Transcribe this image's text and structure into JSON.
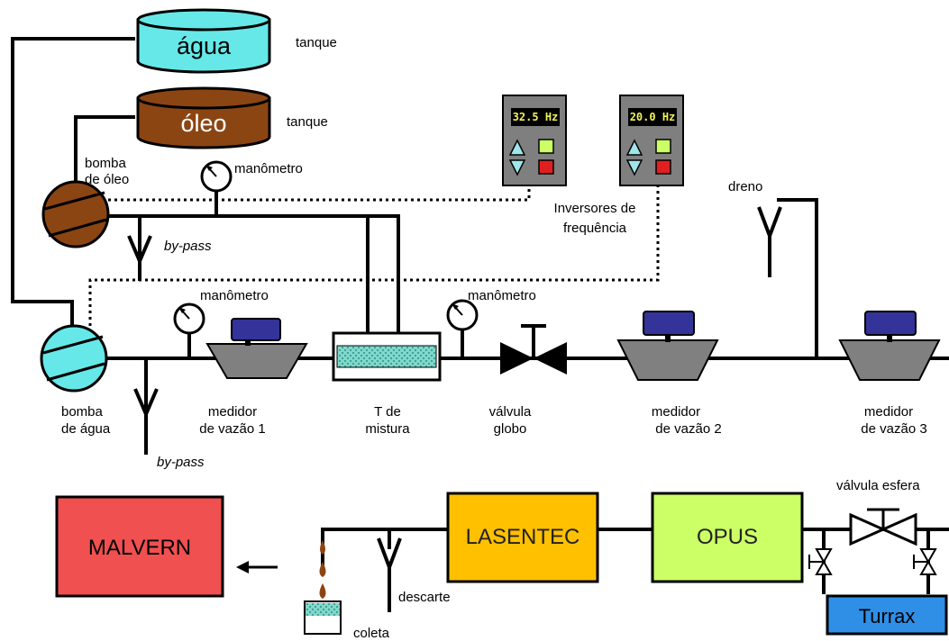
{
  "tanks": {
    "water": {
      "label": "água",
      "caption": "tanque"
    },
    "oil": {
      "label": "óleo",
      "caption": "tanque"
    }
  },
  "pumps": {
    "oil": [
      "bomba",
      "de óleo"
    ],
    "water": [
      "bomba",
      "de água"
    ]
  },
  "gauges": {
    "top": "manômetro",
    "meter1": "manômetro",
    "globe": "manômetro"
  },
  "bypass": {
    "upper": "by-pass",
    "lower": "by-pass"
  },
  "drain": "dreno",
  "inverters": {
    "inv1": "32.5 Hz",
    "inv2": "20.0 Hz",
    "caption": [
      "Inversores de",
      "frequência"
    ]
  },
  "meters": {
    "m1": [
      "medidor",
      "de vazão 1"
    ],
    "m2": [
      "medidor",
      "de vazão 2"
    ],
    "m3": [
      "medidor",
      "de vazão 3"
    ]
  },
  "mixing_tee": [
    "T de",
    "mistura"
  ],
  "globe_valve": [
    "válvula",
    "globo"
  ],
  "ball_valve": "válvula esfera",
  "instruments": {
    "malvern": "MALVERN",
    "lasentec": "LASENTEC",
    "opus": "OPUS",
    "turrax": "Turrax"
  },
  "discharge": "descarte",
  "collection": "coleta",
  "colors": {
    "water": "#66e8e8",
    "oil": "#8b4513",
    "lasentec": "#ffc000",
    "opus": "#ccff66",
    "malvern": "#f05050",
    "turrax": "#2f8fe6",
    "meter_body": "#808080",
    "meter_display": "#333399",
    "inverter": "#7f7f7f"
  }
}
